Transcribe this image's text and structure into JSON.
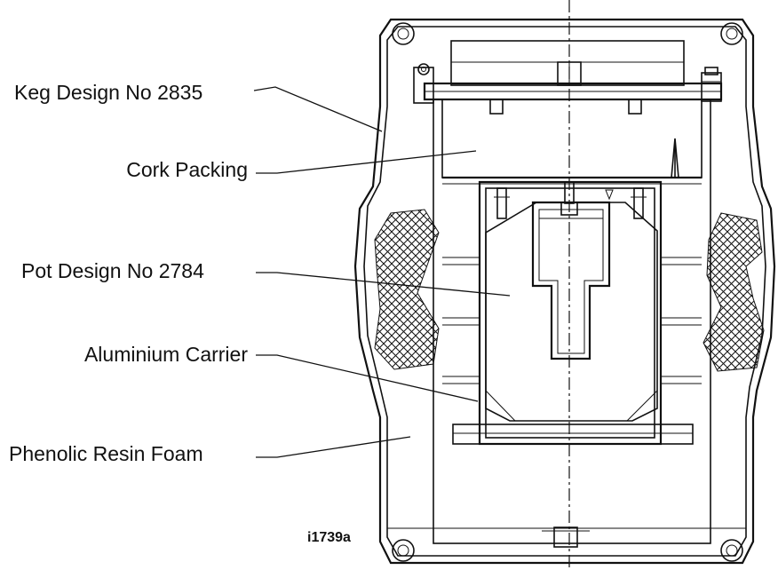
{
  "labels": {
    "keg_design": "Keg Design No 2835",
    "cork_packing": "Cork Packing",
    "pot_design": "Pot Design No 2784",
    "aluminium_carrier": "Aluminium Carrier",
    "phenolic_resin_foam": "Phenolic Resin Foam"
  },
  "figure_id": "i1739a",
  "colors": {
    "line": "#111111",
    "background": "#ffffff"
  }
}
